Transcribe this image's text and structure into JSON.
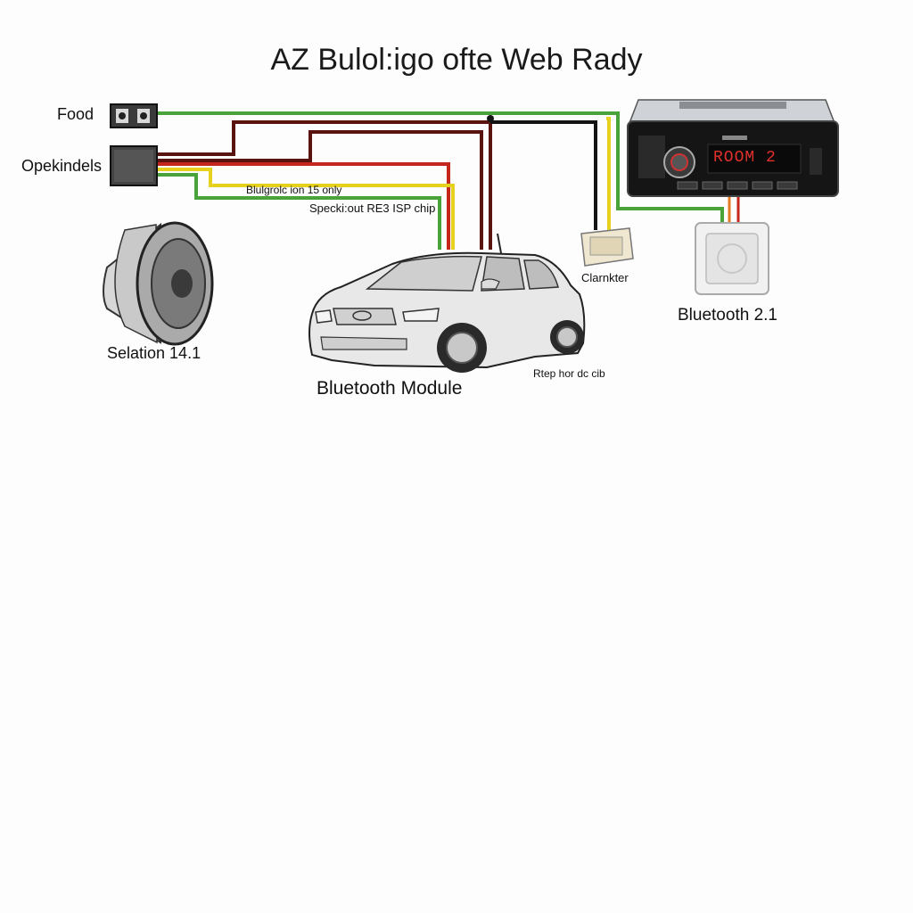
{
  "title": "AZ Bulol:igo ofte Web Rady",
  "labels": {
    "food": "Food",
    "opekindels": "Opekindels",
    "bluetooth_15": "Blulgrolc ion 15 only",
    "speaker_chip": "Specki:out RE3 ISP chip",
    "selation": "Selation 14.1",
    "bluetooth_module": "Bluetooth Module",
    "rtep": "Rtep hor dc cib",
    "clarnkter": "Clarnkter",
    "bluetooth_21": "Bluetooth 2.1"
  },
  "radio_display": "ROOM 2",
  "wire_colors": {
    "green": "#4aa23a",
    "yellow": "#e6d21e",
    "red": "#c4261c",
    "dark_red": "#5a1410",
    "black": "#141414",
    "orange": "#e67a22"
  }
}
